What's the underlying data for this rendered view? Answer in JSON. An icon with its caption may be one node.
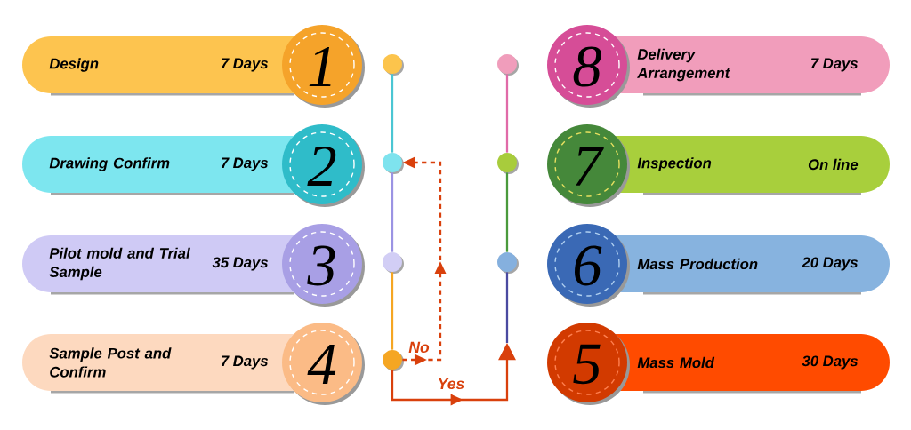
{
  "diagram": {
    "nodes": [
      {
        "text": [
          "Design",
          "7 Days"
        ]
      },
      {
        "text": [
          "1"
        ]
      },
      {
        "text": [
          "Drawing Confirm",
          "7 Days"
        ]
      },
      {
        "text": [
          "2"
        ]
      },
      {
        "text": [
          "Pilot mold and Trial Sample",
          "35 Days"
        ]
      },
      {
        "text": [
          "3"
        ]
      },
      {
        "text": [
          "Sample Post and Confirm",
          "7 Days"
        ]
      },
      {
        "text": [
          "4"
        ]
      },
      {
        "text": [],
        "shape": "circle"
      },
      {
        "text": [],
        "shape": "circle"
      },
      {
        "text": [],
        "shape": "circle"
      },
      {
        "text": [],
        "shape": "circle"
      },
      {
        "text": [],
        "shape": "circle"
      },
      {
        "text": [],
        "shape": "circle"
      },
      {
        "text": [],
        "shape": "circle"
      },
      {
        "text": [
          "Delivery Arrangement",
          "7 Days"
        ]
      },
      {
        "text": [
          "8"
        ]
      },
      {
        "text": [
          "Inspection",
          "On line"
        ]
      },
      {
        "text": [
          "7"
        ]
      },
      {
        "text": [
          "Mass Production",
          "20 Days"
        ]
      },
      {
        "text": [
          "6"
        ]
      },
      {
        "text": [
          "Mass Mold",
          "30 Days"
        ]
      },
      {
        "text": [
          "5"
        ]
      }
    ],
    "edges": [
      {
        "from": 8,
        "to": 9,
        "arrow": "none",
        "color": "#4bc6d3"
      },
      {
        "from": 9,
        "to": 10,
        "arrow": "none",
        "color": "#9b93e3"
      },
      {
        "from": 10,
        "to": 11,
        "arrow": "none",
        "color": "#f5a623"
      },
      {
        "from": 11,
        "to": 9,
        "arrow": "to",
        "style": "dashed",
        "color": "#d9400c",
        "label": "No"
      },
      {
        "from": 11,
        "to": null,
        "arrow": "to",
        "color": "#d9400c",
        "label": "Yes"
      },
      {
        "from": null,
        "to": 14,
        "arrow": "none",
        "color": "#4a4aa0"
      },
      {
        "from": 14,
        "to": 13,
        "arrow": "none",
        "color": "#4a9a3c"
      },
      {
        "from": 13,
        "to": 12,
        "arrow": "none",
        "color": "#e06aa8"
      }
    ]
  }
}
